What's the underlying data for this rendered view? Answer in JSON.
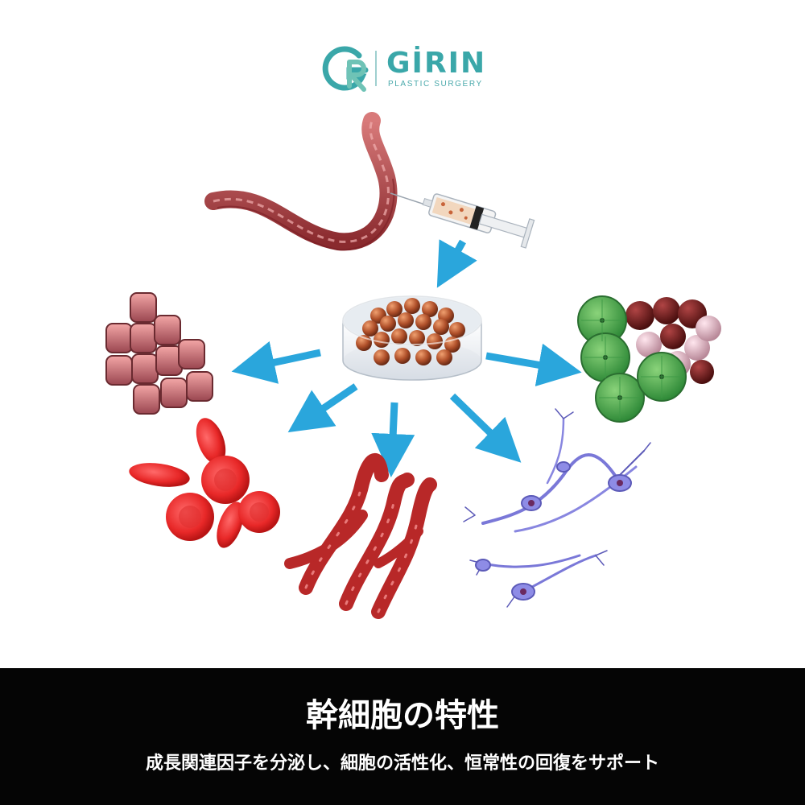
{
  "logo": {
    "initials": "GR",
    "brand": "GİRIN",
    "tagline": "PLASTIC SURGERY"
  },
  "diagram": {
    "source_icon": "syringe-with-muscle-fiber-icon",
    "center_icon": "petri-dish-stem-cells-icon",
    "targets": [
      "epithelial-cells-icon",
      "red-blood-cells-icon",
      "blood-vessels-icon",
      "neuron-cells-icon",
      "immune-cells-icon"
    ],
    "colors": {
      "arrow": "#2aa6dc",
      "brand": "#3aa7a9",
      "footer_bg": "#050505"
    }
  },
  "footer": {
    "title": "幹細胞の特性",
    "subtitle": "成長関連因子を分泌し、細胞の活性化、恒常性の回復をサポート"
  }
}
